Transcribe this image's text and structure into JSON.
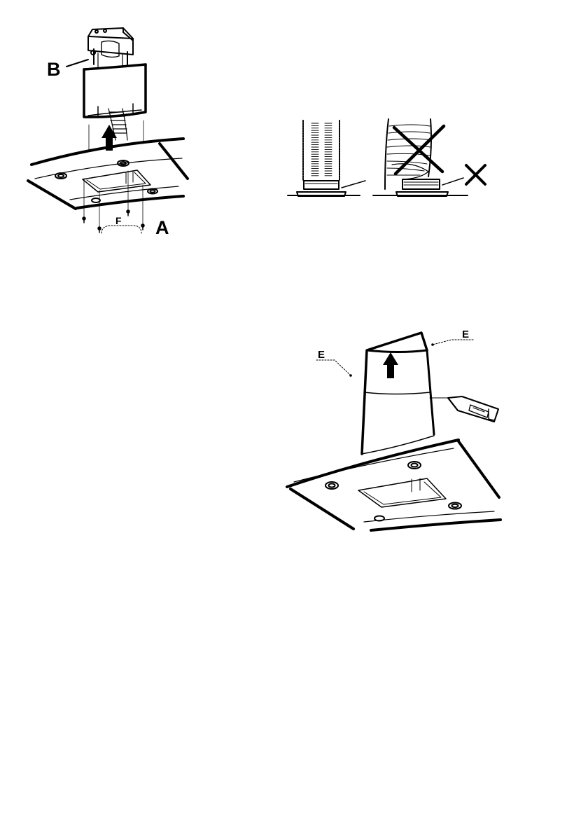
{
  "figure1": {
    "label_a": "A",
    "label_b": "B",
    "label_f": "F"
  },
  "figure3": {
    "label_e_left": "E",
    "label_e_right": "E"
  },
  "colors": {
    "ink": "#000000",
    "paper": "#ffffff"
  }
}
